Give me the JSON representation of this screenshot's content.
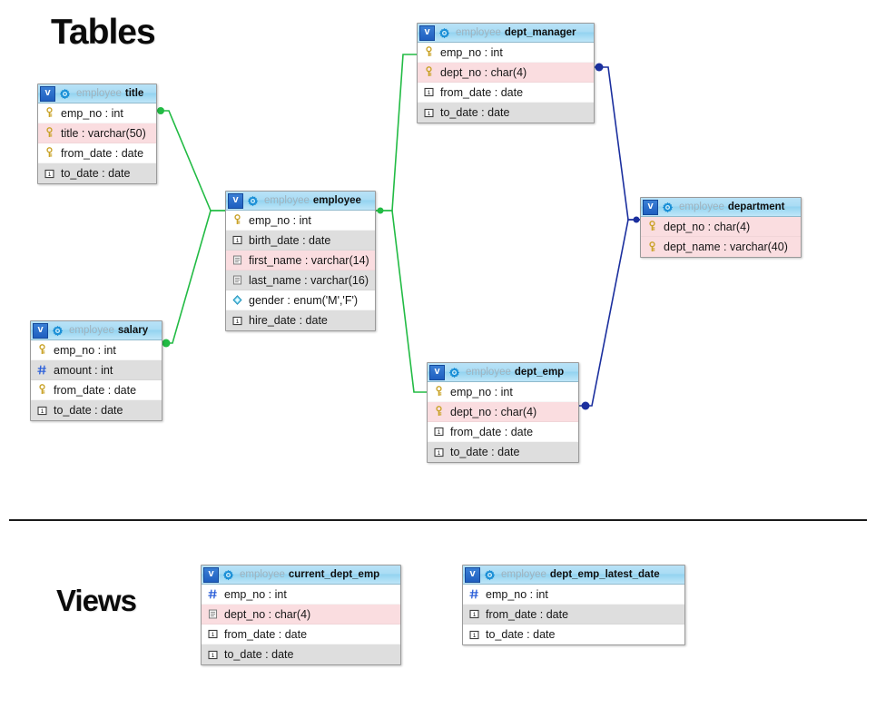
{
  "sections": {
    "tables_title": "Tables",
    "views_title": "Views"
  },
  "colors": {
    "link_green": "#22bb44",
    "link_blue": "#1b2f9e",
    "header_blue": "#a9dcf4",
    "pk_row_pink": "#fadde0",
    "alt_row_grey": "#dedede",
    "badge_blue": "#1f5fc0",
    "schema_text": "#9fb2bd"
  },
  "entities": [
    {
      "id": "title",
      "schema": "employee",
      "name": "title",
      "badge": "v",
      "badge_icon": "gear-icon",
      "group": "tables",
      "columns": [
        {
          "icon": "key-icon",
          "text": "emp_no : int",
          "shade": "white"
        },
        {
          "icon": "key-icon",
          "text": "title : varchar(50)",
          "shade": "pink"
        },
        {
          "icon": "key-icon",
          "text": "from_date : date",
          "shade": "white"
        },
        {
          "icon": "date-icon",
          "text": "to_date : date",
          "shade": "grey"
        }
      ]
    },
    {
      "id": "employee",
      "schema": "employee",
      "name": "employee",
      "badge": "v",
      "badge_icon": "gear-icon",
      "group": "tables",
      "columns": [
        {
          "icon": "key-icon",
          "text": "emp_no : int",
          "shade": "white"
        },
        {
          "icon": "date-icon",
          "text": "birth_date : date",
          "shade": "grey"
        },
        {
          "icon": "text-icon",
          "text": "first_name : varchar(14)",
          "shade": "pink"
        },
        {
          "icon": "text-icon",
          "text": "last_name : varchar(16)",
          "shade": "grey"
        },
        {
          "icon": "enum-icon",
          "text": "gender : enum('M','F')",
          "shade": "white"
        },
        {
          "icon": "date-icon",
          "text": "hire_date : date",
          "shade": "grey"
        }
      ]
    },
    {
      "id": "salary",
      "schema": "employee",
      "name": "salary",
      "badge": "v",
      "badge_icon": "gear-icon",
      "group": "tables",
      "columns": [
        {
          "icon": "key-icon",
          "text": "emp_no : int",
          "shade": "white"
        },
        {
          "icon": "number-icon",
          "text": "amount : int",
          "shade": "grey"
        },
        {
          "icon": "key-icon",
          "text": "from_date : date",
          "shade": "white"
        },
        {
          "icon": "date-icon",
          "text": "to_date : date",
          "shade": "grey"
        }
      ]
    },
    {
      "id": "dept_manager",
      "schema": "employee",
      "name": "dept_manager",
      "badge": "v",
      "badge_icon": "gear-icon",
      "group": "tables",
      "columns": [
        {
          "icon": "key-icon",
          "text": "emp_no : int",
          "shade": "white"
        },
        {
          "icon": "key-icon",
          "text": "dept_no : char(4)",
          "shade": "pink"
        },
        {
          "icon": "date-icon",
          "text": "from_date : date",
          "shade": "white"
        },
        {
          "icon": "date-icon",
          "text": "to_date : date",
          "shade": "grey"
        }
      ]
    },
    {
      "id": "dept_emp",
      "schema": "employee",
      "name": "dept_emp",
      "badge": "v",
      "badge_icon": "gear-icon",
      "group": "tables",
      "columns": [
        {
          "icon": "key-icon",
          "text": "emp_no : int",
          "shade": "white"
        },
        {
          "icon": "key-icon",
          "text": "dept_no : char(4)",
          "shade": "pink"
        },
        {
          "icon": "date-icon",
          "text": "from_date : date",
          "shade": "white"
        },
        {
          "icon": "date-icon",
          "text": "to_date : date",
          "shade": "grey"
        }
      ]
    },
    {
      "id": "department",
      "schema": "employee",
      "name": "department",
      "badge": "v",
      "badge_icon": "gear-icon",
      "group": "tables",
      "columns": [
        {
          "icon": "key-icon",
          "text": "dept_no : char(4)",
          "shade": "pink"
        },
        {
          "icon": "key-icon",
          "text": "dept_name : varchar(40)",
          "shade": "pink"
        }
      ]
    },
    {
      "id": "current_dept_emp",
      "schema": "employee",
      "name": "current_dept_emp",
      "badge": "v",
      "badge_icon": "gear-icon",
      "group": "views",
      "columns": [
        {
          "icon": "number-icon",
          "text": "emp_no : int",
          "shade": "white"
        },
        {
          "icon": "text-icon",
          "text": "dept_no : char(4)",
          "shade": "pink"
        },
        {
          "icon": "date-icon",
          "text": "from_date : date",
          "shade": "white"
        },
        {
          "icon": "date-icon",
          "text": "to_date : date",
          "shade": "grey"
        }
      ]
    },
    {
      "id": "dept_emp_latest_date",
      "schema": "employee",
      "name": "dept_emp_latest_date",
      "badge": "v",
      "badge_icon": "gear-icon",
      "group": "views",
      "columns": [
        {
          "icon": "number-icon",
          "text": "emp_no : int",
          "shade": "white"
        },
        {
          "icon": "date-icon",
          "text": "from_date : date",
          "shade": "grey"
        },
        {
          "icon": "date-icon",
          "text": "to_date : date",
          "shade": "white"
        }
      ]
    }
  ],
  "relationships": [
    {
      "from": "title",
      "to": "employee",
      "color": "green"
    },
    {
      "from": "salary",
      "to": "employee",
      "color": "green"
    },
    {
      "from": "employee",
      "to": "dept_manager",
      "color": "green"
    },
    {
      "from": "employee",
      "to": "dept_emp",
      "color": "green"
    },
    {
      "from": "dept_manager",
      "to": "department",
      "color": "blue"
    },
    {
      "from": "dept_emp",
      "to": "department",
      "color": "blue"
    }
  ]
}
